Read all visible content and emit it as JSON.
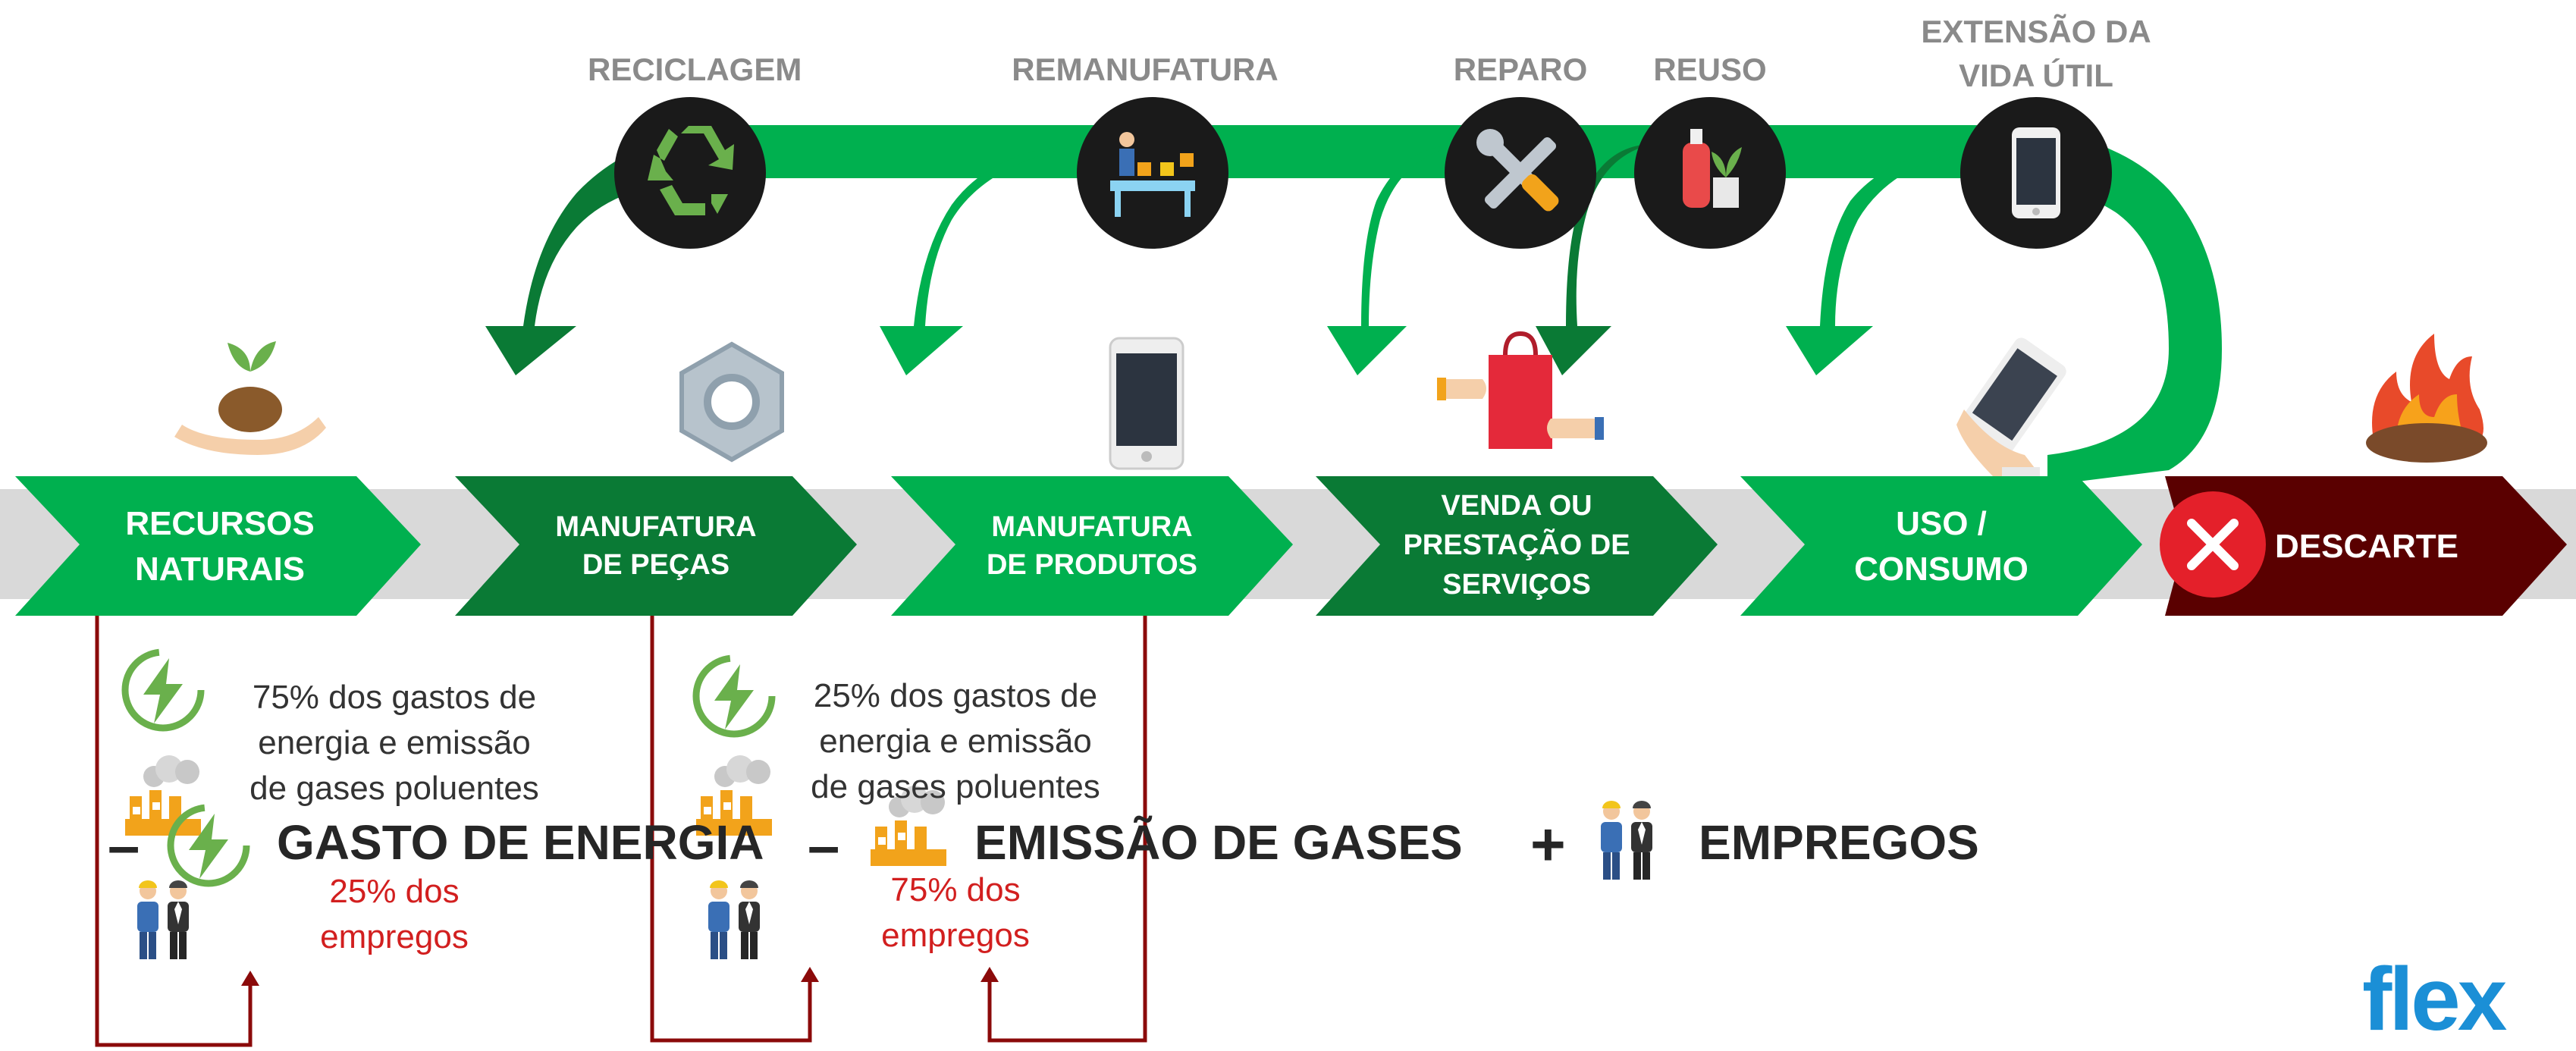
{
  "loops": {
    "recycling": "RECICLAGEM",
    "remanufacturing": "REMANUFATURA",
    "repair": "REPARO",
    "reuse": "REUSO",
    "life_extension_1": "EXTENSÃO DA",
    "life_extension_2": "VIDA ÚTIL"
  },
  "stages": {
    "natural_resources_1": "RECURSOS",
    "natural_resources_2": "NATURAIS",
    "parts_1": "MANUFATURA",
    "parts_2": "DE PEÇAS",
    "products_1": "MANUFATURA",
    "products_2": "DE PRODUTOS",
    "sales_1": "VENDA OU",
    "sales_2": "PRESTAÇÃO DE",
    "sales_3": "SERVIÇOS",
    "use_1": "USO /",
    "use_2": "CONSUMO",
    "disposal": "DESCARTE"
  },
  "stats": {
    "left_1": "75% dos gastos de",
    "left_2": "energia e emissão",
    "left_3": "de gases poluentes",
    "left_jobs_1": "25% dos",
    "left_jobs_2": "empregos",
    "mid_1": "25% dos gastos de",
    "mid_2": "energia e emissão",
    "mid_3": "de gases poluentes",
    "mid_jobs_1": "75% dos",
    "mid_jobs_2": "empregos"
  },
  "legend": {
    "minus": "–",
    "energy": "GASTO DE ENERGIA",
    "minus2": "–",
    "emissions": "EMISSÃO DE GASES",
    "plus": "+",
    "jobs": "EMPREGOS"
  },
  "brand": {
    "logo": "flex"
  },
  "colors": {
    "green_light": "#00b04f",
    "green_dark": "#0a7a35",
    "grey_band": "#d9d9d9",
    "disposal": "#5a0000",
    "red_line": "#8b0a0a",
    "accent_blue": "#1b8fd6"
  },
  "icons": [
    "seedling-in-hand-icon",
    "hex-nut-icon",
    "smartphone-icon",
    "shopping-bag-icon",
    "phone-in-hand-icon",
    "fire-icon",
    "recycle-icon",
    "assembly-line-icon",
    "tools-icon",
    "bottle-plant-icon",
    "mobile-phone-icon",
    "lightning-icon",
    "factory-icon",
    "workers-icon",
    "close-x-icon"
  ]
}
